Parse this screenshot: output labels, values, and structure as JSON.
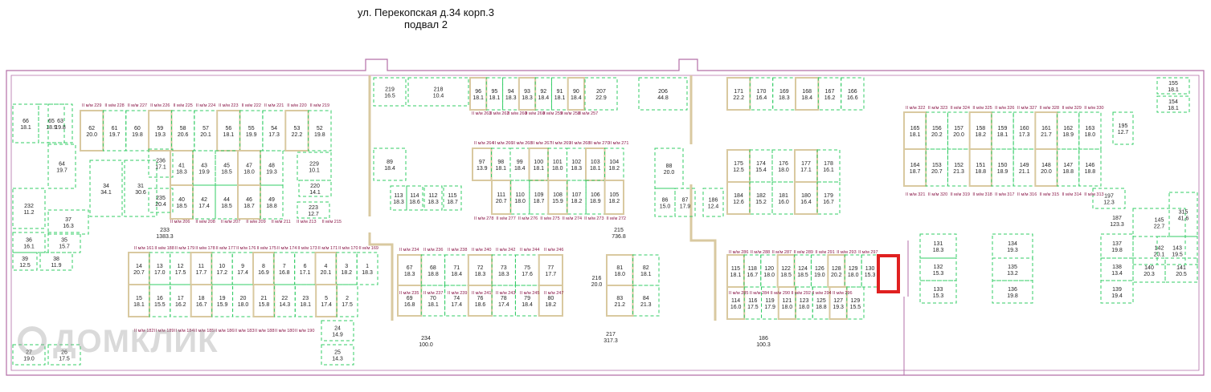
{
  "header": {
    "address": "ул. Перекопская д.34 корп.3",
    "level": "подвал 2"
  },
  "watermark": "ДОМКЛИК",
  "colors": {
    "outline": "#b36fa8",
    "wall": "#d9c9a0",
    "partition": "#33cc66",
    "parking_text": "#8b1a4a",
    "highlight": "#e02020",
    "stairs": "#3a3aaa"
  },
  "highlighted_room": "130",
  "rooms": {
    "leftTop": [
      [
        "62",
        "20.0"
      ],
      [
        "61",
        "19.7"
      ],
      [
        "60",
        "19.8"
      ],
      [
        "59",
        "19.3"
      ],
      [
        "58",
        "20.6"
      ],
      [
        "57",
        "20.1"
      ],
      [
        "56",
        "18.1"
      ],
      [
        "55",
        "19.9"
      ],
      [
        "54",
        "17.3"
      ],
      [
        "53",
        "22.2"
      ],
      [
        "52",
        "19.8"
      ]
    ],
    "leftMidA": [
      [
        "41",
        "18.3"
      ],
      [
        "43",
        "19.9"
      ],
      [
        "45",
        "18.5"
      ],
      [
        "47",
        "18.0"
      ],
      [
        "48",
        "19.3"
      ]
    ],
    "leftMidB": [
      [
        "40",
        "18.5"
      ],
      [
        "42",
        "17.4"
      ],
      [
        "44",
        "18.5"
      ],
      [
        "46",
        "18.7"
      ],
      [
        "49",
        "18.8"
      ]
    ],
    "leftCol": [
      [
        "66",
        "18.1"
      ],
      [
        "65",
        "18.9"
      ],
      [
        "63",
        "19.8"
      ]
    ],
    "leftMisc": [
      [
        "64",
        "19.7"
      ],
      [
        "232",
        "11.2"
      ],
      [
        "37",
        "16.3"
      ],
      [
        "34",
        "34.1"
      ],
      [
        "31",
        "30.6"
      ],
      [
        "236",
        "17.1"
      ],
      [
        "235",
        "20.4"
      ],
      [
        "229",
        "10.1"
      ],
      [
        "220",
        "14.1"
      ],
      [
        "223",
        "12.7"
      ]
    ],
    "midTop": [
      [
        "96",
        "18.1"
      ],
      [
        "95",
        "18.1"
      ],
      [
        "94",
        "18.3"
      ],
      [
        "93",
        "18.3"
      ],
      [
        "92",
        "18.4"
      ],
      [
        "91",
        "18.1"
      ],
      [
        "90",
        "18.4"
      ]
    ],
    "midTopExtra": [
      [
        "207",
        "22.9"
      ],
      [
        "206",
        "44.8"
      ],
      [
        "219",
        "16.5"
      ],
      [
        "218",
        "10.4"
      ]
    ],
    "midRowA": [
      [
        "97",
        "13.9"
      ],
      [
        "98",
        "18.1"
      ],
      [
        "99",
        "18.4"
      ],
      [
        "100",
        "18.1"
      ],
      [
        "101",
        "18.0"
      ],
      [
        "102",
        "18.3"
      ],
      [
        "103",
        "18.1"
      ],
      [
        "104",
        "18.2"
      ]
    ],
    "midRowB": [
      [
        "111",
        "20.7"
      ],
      [
        "110",
        "18.0"
      ],
      [
        "109",
        "18.7"
      ],
      [
        "108",
        "15.9"
      ],
      [
        "107",
        "18.2"
      ],
      [
        "106",
        "18.9"
      ],
      [
        "105",
        "18.2"
      ]
    ],
    "midLeftSmall": [
      [
        "89",
        "18.4"
      ],
      [
        "113",
        "18.3"
      ],
      [
        "114",
        "18.6"
      ],
      [
        "112",
        "18.3"
      ],
      [
        "115",
        "18.7"
      ]
    ],
    "midRight": [
      [
        "88",
        "20.0"
      ],
      [
        "86",
        "15.0"
      ],
      [
        "87",
        "17.9"
      ],
      [
        "186",
        "12.4"
      ]
    ],
    "rightTop": [
      [
        "171",
        "22.2"
      ],
      [
        "170",
        "16.4"
      ],
      [
        "169",
        "18.3"
      ],
      [
        "168",
        "18.4"
      ],
      [
        "167",
        "16.2"
      ],
      [
        "166",
        "16.6"
      ]
    ],
    "rightMidA": [
      [
        "175",
        "12.5"
      ],
      [
        "174",
        "15.4"
      ],
      [
        "176",
        "18.0"
      ],
      [
        "177",
        "17.1"
      ],
      [
        "178",
        "16.1"
      ]
    ],
    "rightMidB": [
      [
        "184",
        "12.6"
      ],
      [
        "182",
        "15.2"
      ],
      [
        "181",
        "16.0"
      ],
      [
        "180",
        "16.4"
      ],
      [
        "179",
        "16.7"
      ]
    ],
    "eastA": [
      [
        "165",
        "18.1"
      ],
      [
        "156",
        "20.2"
      ],
      [
        "157",
        "20.0"
      ],
      [
        "158",
        "18.2"
      ],
      [
        "159",
        "18.1"
      ],
      [
        "160",
        "17.3"
      ],
      [
        "161",
        "21.7"
      ],
      [
        "162",
        "18.9"
      ],
      [
        "163",
        "18.0"
      ]
    ],
    "eastB": [
      [
        "164",
        "18.7"
      ],
      [
        "153",
        "20.7"
      ],
      [
        "152",
        "21.3"
      ],
      [
        "151",
        "18.8"
      ],
      [
        "150",
        "18.9"
      ],
      [
        "149",
        "21.1"
      ],
      [
        "148",
        "20.0"
      ],
      [
        "147",
        "18.8"
      ],
      [
        "146",
        "18.8"
      ]
    ],
    "botLeftA": [
      [
        "14",
        "20.7"
      ],
      [
        "13",
        "17.0"
      ],
      [
        "12",
        "17.5"
      ],
      [
        "11",
        "17.7"
      ],
      [
        "10",
        "17.2"
      ],
      [
        "9",
        "17.4"
      ],
      [
        "8",
        "16.9"
      ],
      [
        "7",
        "16.8"
      ],
      [
        "6",
        "17.1"
      ],
      [
        "4",
        "20.1"
      ],
      [
        "3",
        "18.2"
      ],
      [
        "1",
        "18.3"
      ]
    ],
    "botLeftB": [
      [
        "15",
        "18.1"
      ],
      [
        "16",
        "15.5"
      ],
      [
        "17",
        "16.2"
      ],
      [
        "18",
        "16.7"
      ],
      [
        "19",
        "15.9"
      ],
      [
        "20",
        "18.0"
      ],
      [
        "21",
        "15.8"
      ],
      [
        "22",
        "14.3"
      ],
      [
        "23",
        "18.1"
      ],
      [
        "5",
        "17.4"
      ],
      [
        "2",
        "17.5"
      ]
    ],
    "botMidA": [
      [
        "67",
        "18.3"
      ],
      [
        "68",
        "18.8"
      ],
      [
        "71",
        "18.4"
      ],
      [
        "72",
        "18.3"
      ],
      [
        "73",
        "18.3"
      ],
      [
        "75",
        "17.6"
      ],
      [
        "77",
        "17.7"
      ]
    ],
    "botMidB": [
      [
        "69",
        "16.8"
      ],
      [
        "70",
        "18.1"
      ],
      [
        "74",
        "17.4"
      ],
      [
        "76",
        "18.6"
      ],
      [
        "78",
        "17.4"
      ],
      [
        "79",
        "18.4"
      ],
      [
        "80",
        "18.2"
      ]
    ],
    "botMid2A": [
      [
        "81",
        "18.0"
      ],
      [
        "82",
        "18.1"
      ]
    ],
    "botMid2B": [
      [
        "83",
        "21.2"
      ],
      [
        "84",
        "21.3"
      ]
    ],
    "botRightA": [
      [
        "115",
        "18.1"
      ],
      [
        "118",
        "16.7"
      ],
      [
        "120",
        "18.0"
      ],
      [
        "122",
        "18.5"
      ],
      [
        "124",
        "18.5"
      ],
      [
        "126",
        "19.0"
      ],
      [
        "128",
        "20.2"
      ],
      [
        "129",
        "18.0"
      ],
      [
        "130",
        "15.3"
      ]
    ],
    "botRightB": [
      [
        "114",
        "16.0"
      ],
      [
        "116",
        "17.5"
      ],
      [
        "119",
        "17.9"
      ],
      [
        "121",
        "18.0"
      ],
      [
        "123",
        "18.0"
      ],
      [
        "125",
        "18.8"
      ],
      [
        "127",
        "19.3"
      ],
      [
        "129",
        "15.5"
      ]
    ],
    "southEast": [
      [
        "131",
        "18.3"
      ],
      [
        "132",
        "15.3"
      ],
      [
        "133",
        "15.3"
      ],
      [
        "134",
        "19.3"
      ],
      [
        "135",
        "13.2"
      ],
      [
        "136",
        "19.8"
      ],
      [
        "137",
        "19.8"
      ],
      [
        "138",
        "13.4"
      ],
      [
        "139",
        "19.4"
      ]
    ],
    "farEast": [
      [
        "145",
        "22.7"
      ],
      [
        "142",
        "20.1"
      ],
      [
        "143",
        "19.5"
      ],
      [
        "140",
        "20.3"
      ],
      [
        "141",
        "20.5"
      ],
      [
        "315",
        "41.6"
      ],
      [
        "155",
        "18.1"
      ],
      [
        "154",
        "18.1"
      ],
      [
        "197",
        "12.3"
      ],
      [
        "195",
        "12.7"
      ]
    ],
    "farWest": [
      [
        "36",
        "16.1"
      ],
      [
        "35",
        "15.7"
      ],
      [
        "39",
        "12.5"
      ],
      [
        "38",
        "11.9"
      ],
      [
        "27",
        "19.0"
      ],
      [
        "26",
        "17.5"
      ],
      [
        "24",
        "14.9"
      ],
      [
        "25",
        "14.3"
      ]
    ],
    "halls": [
      [
        "233",
        "1383.3"
      ],
      [
        "215",
        "736.8"
      ],
      [
        "217",
        "317.3"
      ],
      [
        "234",
        "100.0"
      ],
      [
        "186",
        "100.3"
      ],
      [
        "216",
        "20.0"
      ],
      [
        "187",
        "123.3"
      ]
    ]
  },
  "parking": {
    "leftTop": [
      "II м/м 229",
      "II м/м 228",
      "II м/м 227",
      "II м/м 226",
      "II м/м 225",
      "II м/м 224",
      "II м/м 223",
      "II м/м 222",
      "II м/м 221",
      "II м/м 220",
      "II м/м 219"
    ],
    "leftBottom": [
      "II м/м 206",
      "II м/м 208",
      "II м/м 207",
      "II м/м 209",
      "II м/м 211",
      "II м/м 213",
      "II м/м 215"
    ],
    "midTop": [
      "II м/м 263",
      "II м/м 262",
      "II м/м 260",
      "II м/м 260",
      "II м/м 259",
      "II м/м 258",
      "II м/м 257"
    ],
    "midRowTop": [
      "II м/м 264",
      "II м/м 266",
      "II м/м 268",
      "II м/м 267",
      "II м/м 269",
      "II м/м 268",
      "II м/м 270",
      "II м/м 271"
    ],
    "midRowBottom": [
      "II м/м 278",
      "II м/м 277",
      "II м/м 276",
      "II м/м 275",
      "II м/м 274",
      "II м/м 273",
      "II м/м 272"
    ],
    "eastTop": [
      "II м/м 322",
      "II м/м 323",
      "II м/м 324",
      "II м/м 325",
      "II м/м 326",
      "II м/м 327",
      "II м/м 328",
      "II м/м 329",
      "II м/м 330"
    ],
    "eastBottom": [
      "II м/м 321",
      "II м/м 320",
      "II м/м 319",
      "II м/м 318",
      "II м/м 317",
      "II м/м 316",
      "II м/м 315",
      "II м/м 314",
      "II м/м 313"
    ],
    "botLeftTop": [
      "II м/м 161",
      "II м/м 188",
      "II м/м 179",
      "II м/м 178",
      "II м/м 177",
      "II м/м 176",
      "II м/м 175",
      "II м/м 174",
      "II м/м 173",
      "II м/м 171",
      "II м/м 170",
      "II м/м 169"
    ],
    "botLeftBottom": [
      "II м/м 182",
      "II м/м 189",
      "II м/м 184",
      "II м/м 185",
      "II м/м 186",
      "II м/м 183",
      "II м/м 188",
      "II м/м 180",
      "II м/м 190"
    ],
    "botMidTop": [
      "II м/м 234",
      "II м/м 236",
      "II м/м 238",
      "II м/м 240",
      "II м/м 242",
      "II м/м 244",
      "II м/м 246"
    ],
    "botMidBottom": [
      "II м/м 235",
      "II м/м 237",
      "II м/м 239",
      "II м/м 241",
      "II м/м 243",
      "II м/м 245",
      "II м/м 247"
    ],
    "botRightTop": [
      "II м/м 286",
      "II м/м 288",
      "II м/м 287",
      "II м/м 289",
      "II м/м 291",
      "II м/м 293",
      "II м/м 297"
    ],
    "botRightBottom": [
      "II м/м 285",
      "II м/м 284",
      "II м/м 290",
      "II м/м 292",
      "II м/м 294",
      "II м/м 296"
    ]
  }
}
